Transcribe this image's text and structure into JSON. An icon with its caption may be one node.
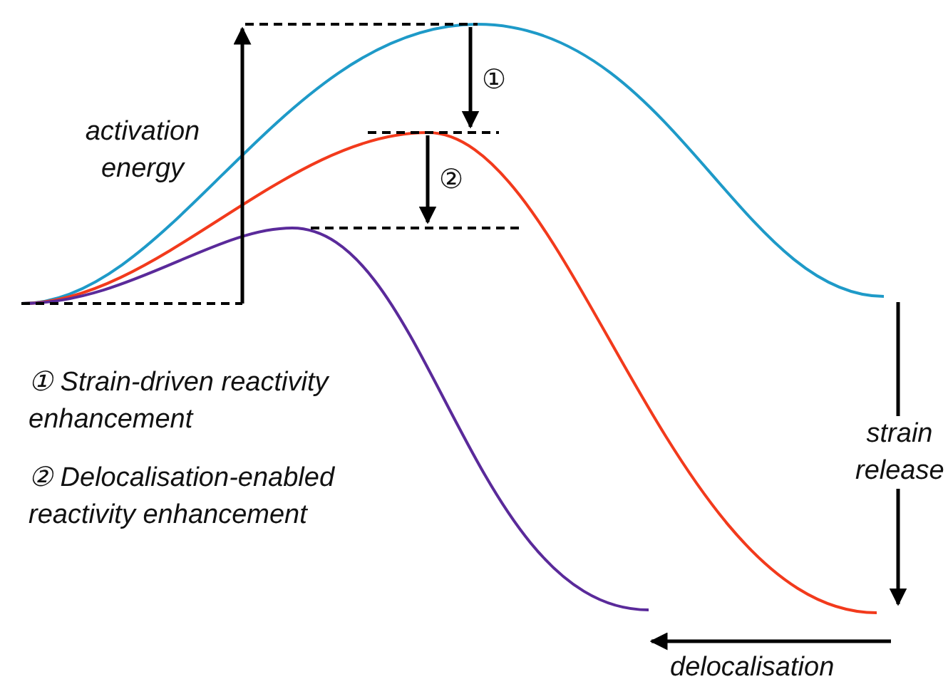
{
  "diagram": {
    "labels": [
      "activation energy",
      "①",
      "②",
      "① Strain-driven reactivity enhancement",
      "② Delocalisation-enabled reactivity enhancement",
      "strain release",
      "delocalisation"
    ]
  }
}
